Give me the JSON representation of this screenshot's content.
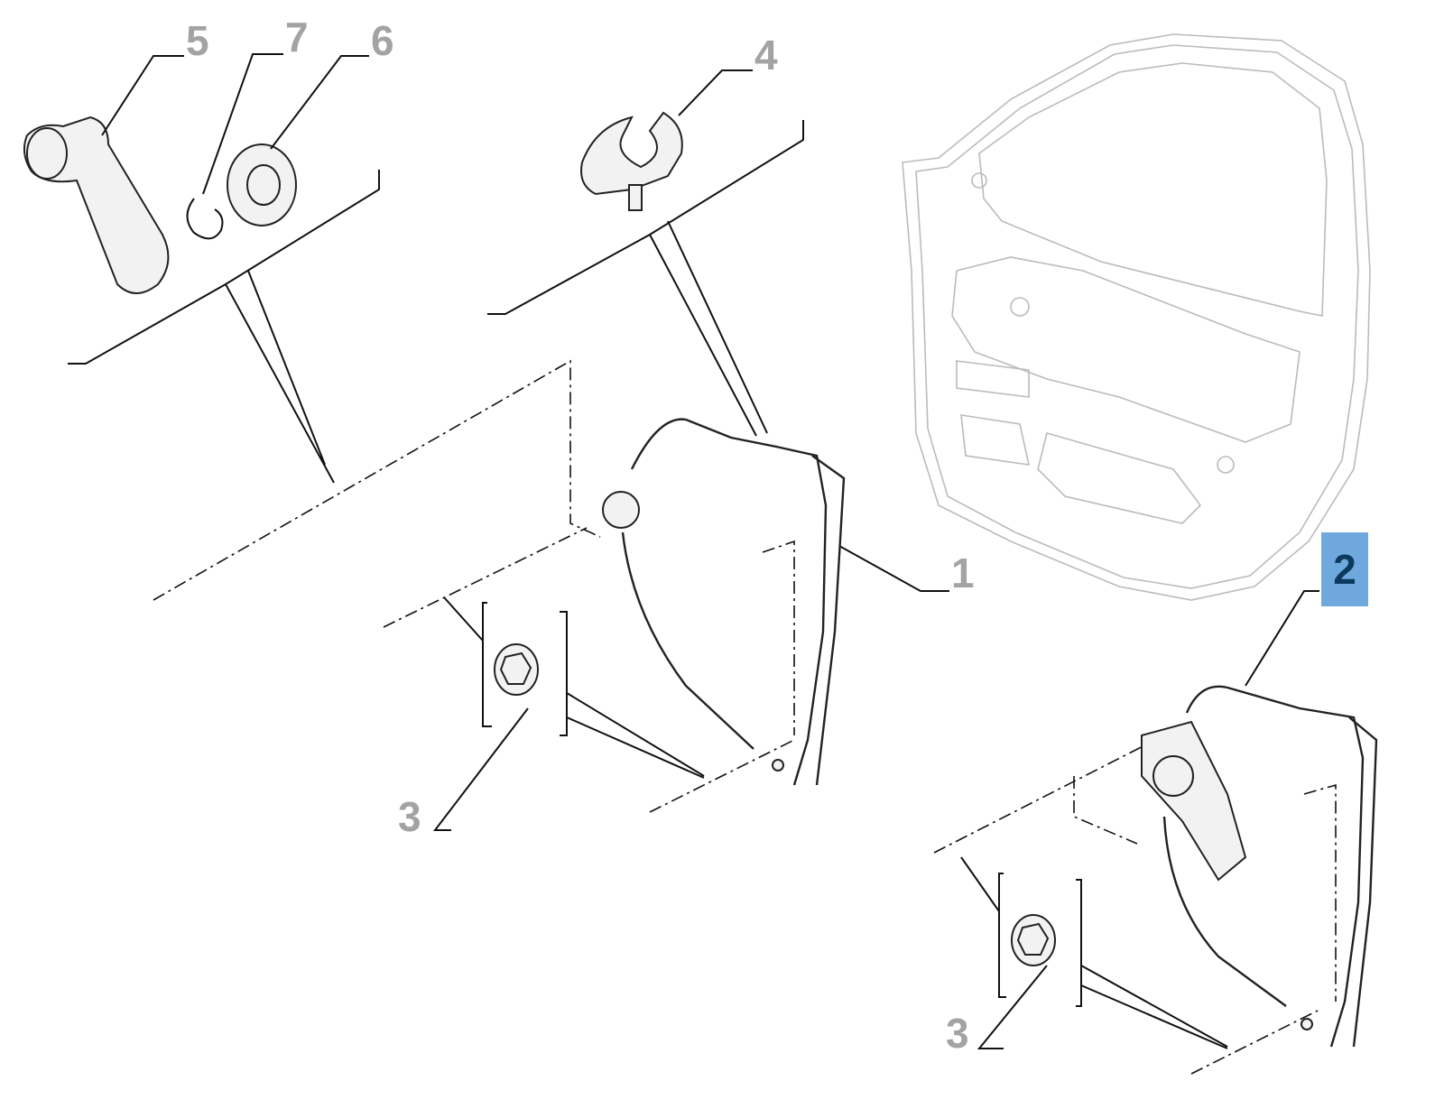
{
  "diagram": {
    "callouts": [
      {
        "id": "5",
        "part": "window-crank-handle"
      },
      {
        "id": "7",
        "part": "retaining-clip"
      },
      {
        "id": "6",
        "part": "escutcheon-washer"
      },
      {
        "id": "4",
        "part": "handle-support"
      },
      {
        "id": "1",
        "part": "manual-window-regulator"
      },
      {
        "id": "2",
        "part": "electric-window-regulator",
        "selected": true
      },
      {
        "id": "3",
        "part": "nut"
      },
      {
        "id": "3",
        "part": "nut"
      }
    ],
    "colors": {
      "label": "#a3a3a3",
      "selected_bg": "#6fa8dc",
      "selected_text": "#0b3a5e"
    }
  }
}
